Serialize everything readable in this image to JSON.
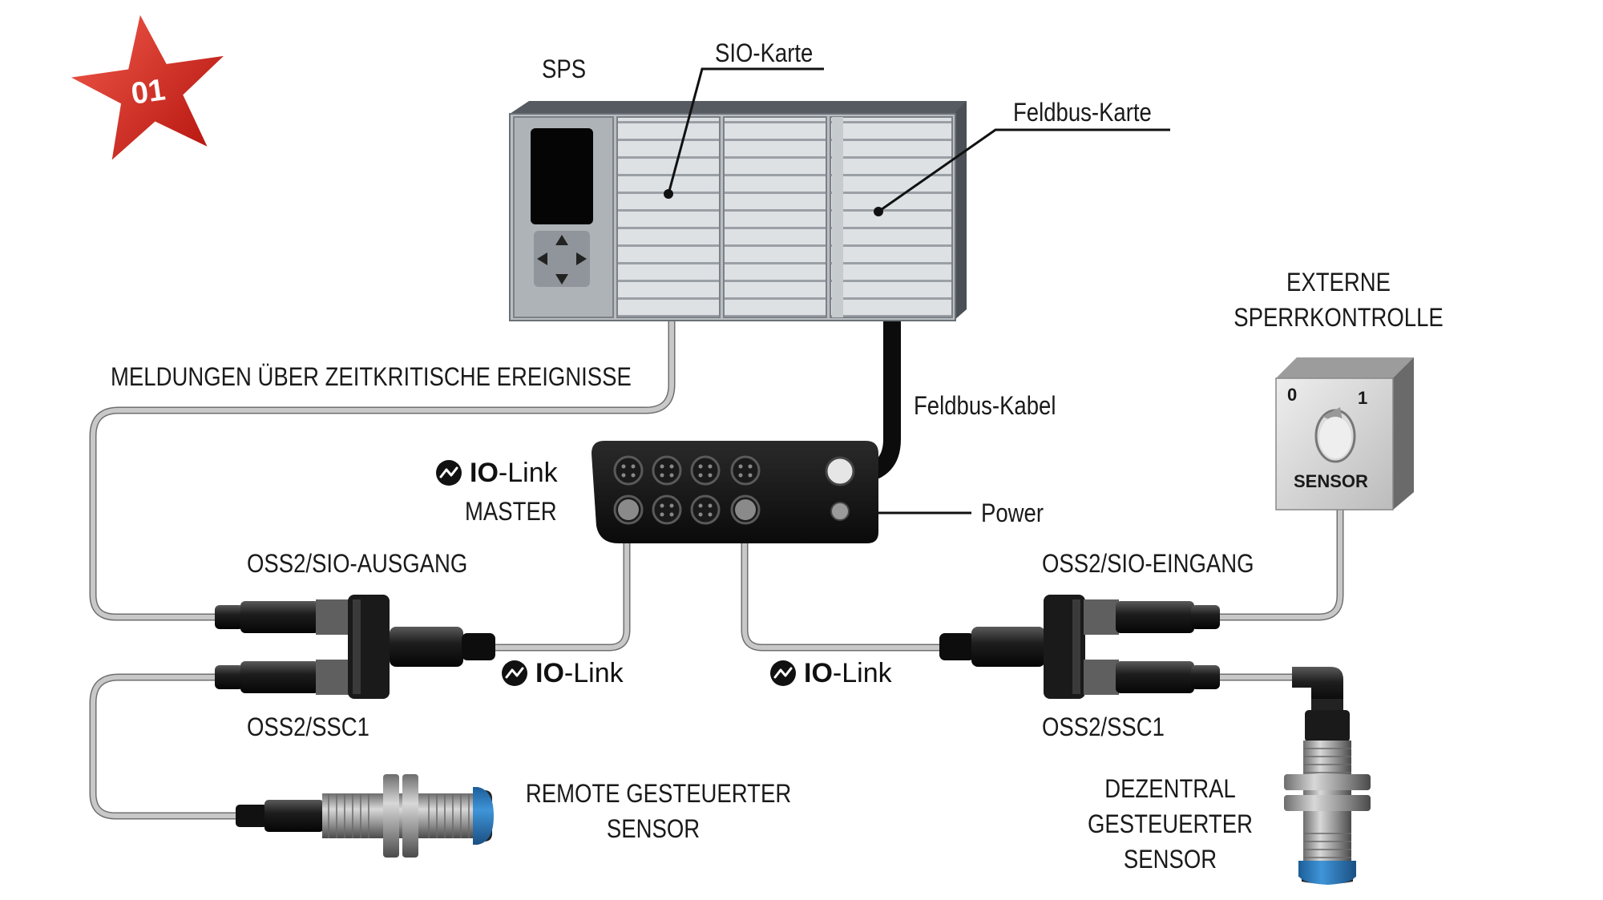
{
  "badge": {
    "number": "01"
  },
  "labels": {
    "sps": "SPS",
    "sio_karte": "SIO-Karte",
    "feldbus_karte": "Feldbus-Karte",
    "externe_line1": "EXTERNE",
    "externe_line2": "SPERRKONTROLLE",
    "meldungen": "MELDUNGEN ÜBER ZEITKRITISCHE EREIGNISSE",
    "feldbus_kabel": "Feldbus-Kabel",
    "master": "MASTER",
    "power": "Power",
    "oss2_sio_ausgang": "OSS2/SIO-AUSGANG",
    "oss2_sio_eingang": "OSS2/SIO-EINGANG",
    "oss2_ssc1_left": "OSS2/SSC1",
    "oss2_ssc1_right": "OSS2/SSC1",
    "remote_line1": "REMOTE GESTEUERTER",
    "remote_line2": "SENSOR",
    "dezentral_line1": "DEZENTRAL",
    "dezentral_line2": "GESTEUERTER",
    "dezentral_line3": "SENSOR"
  },
  "iolink": {
    "bold": "IO",
    "thin": "-Link"
  },
  "switch_box": {
    "pos0": "0",
    "pos1": "1",
    "label": "SENSOR"
  },
  "colors": {
    "badge": "#d7261e",
    "cable_grey": "#b8b8b8",
    "cable_black": "#111111",
    "sensor_cap": "#2f7fc4",
    "plc_grey": "#cfd3d6"
  }
}
